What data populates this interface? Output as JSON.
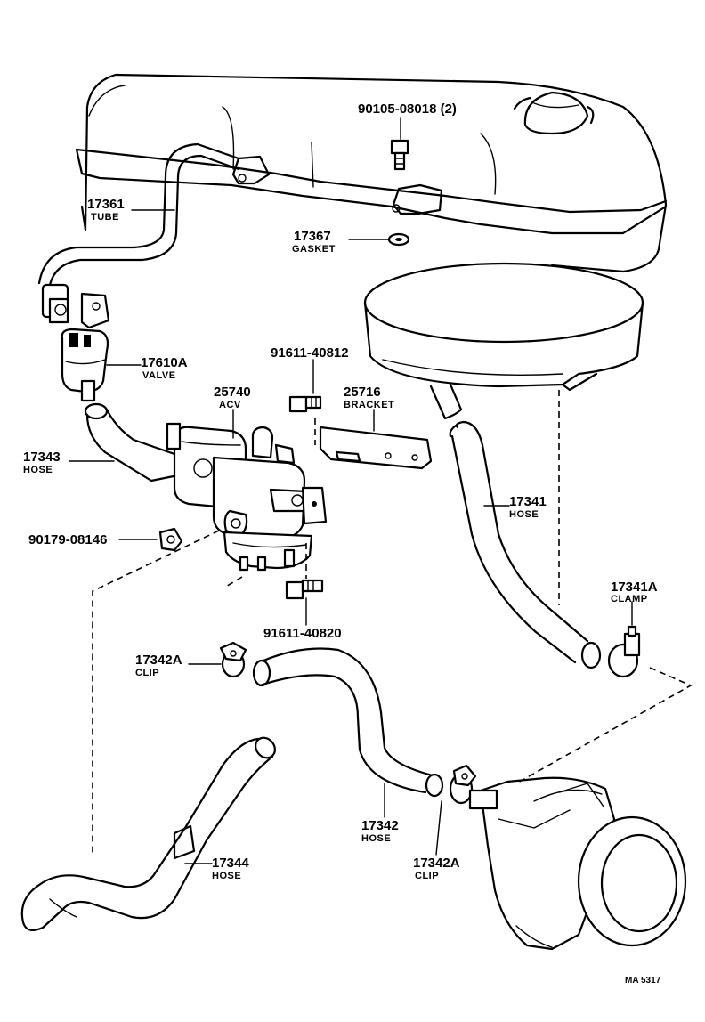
{
  "parts": {
    "p90105": {
      "number": "90105-08018 (2)"
    },
    "p17361": {
      "number": "17361",
      "name": "TUBE"
    },
    "p17367": {
      "number": "17367",
      "name": "GASKET"
    },
    "p17610A": {
      "number": "17610A",
      "name": "VALVE"
    },
    "p91611_40812": {
      "number": "91611-40812"
    },
    "p25740": {
      "number": "25740",
      "name": "ACV"
    },
    "p25716": {
      "number": "25716",
      "name": "BRACKET"
    },
    "p17343": {
      "number": "17343",
      "name": "HOSE"
    },
    "p17341": {
      "number": "17341",
      "name": "HOSE"
    },
    "p90179": {
      "number": "90179-08146"
    },
    "p17341A": {
      "number": "17341A",
      "name": "CLAMP"
    },
    "p91611_40820": {
      "number": "91611-40820"
    },
    "p17342A_top": {
      "number": "17342A",
      "name": "CLIP"
    },
    "p17342": {
      "number": "17342",
      "name": "HOSE"
    },
    "p17342A_bottom": {
      "number": "17342A",
      "name": "CLIP"
    },
    "p17344": {
      "number": "17344",
      "name": "HOSE"
    }
  },
  "diagram_code": "MA  5317"
}
